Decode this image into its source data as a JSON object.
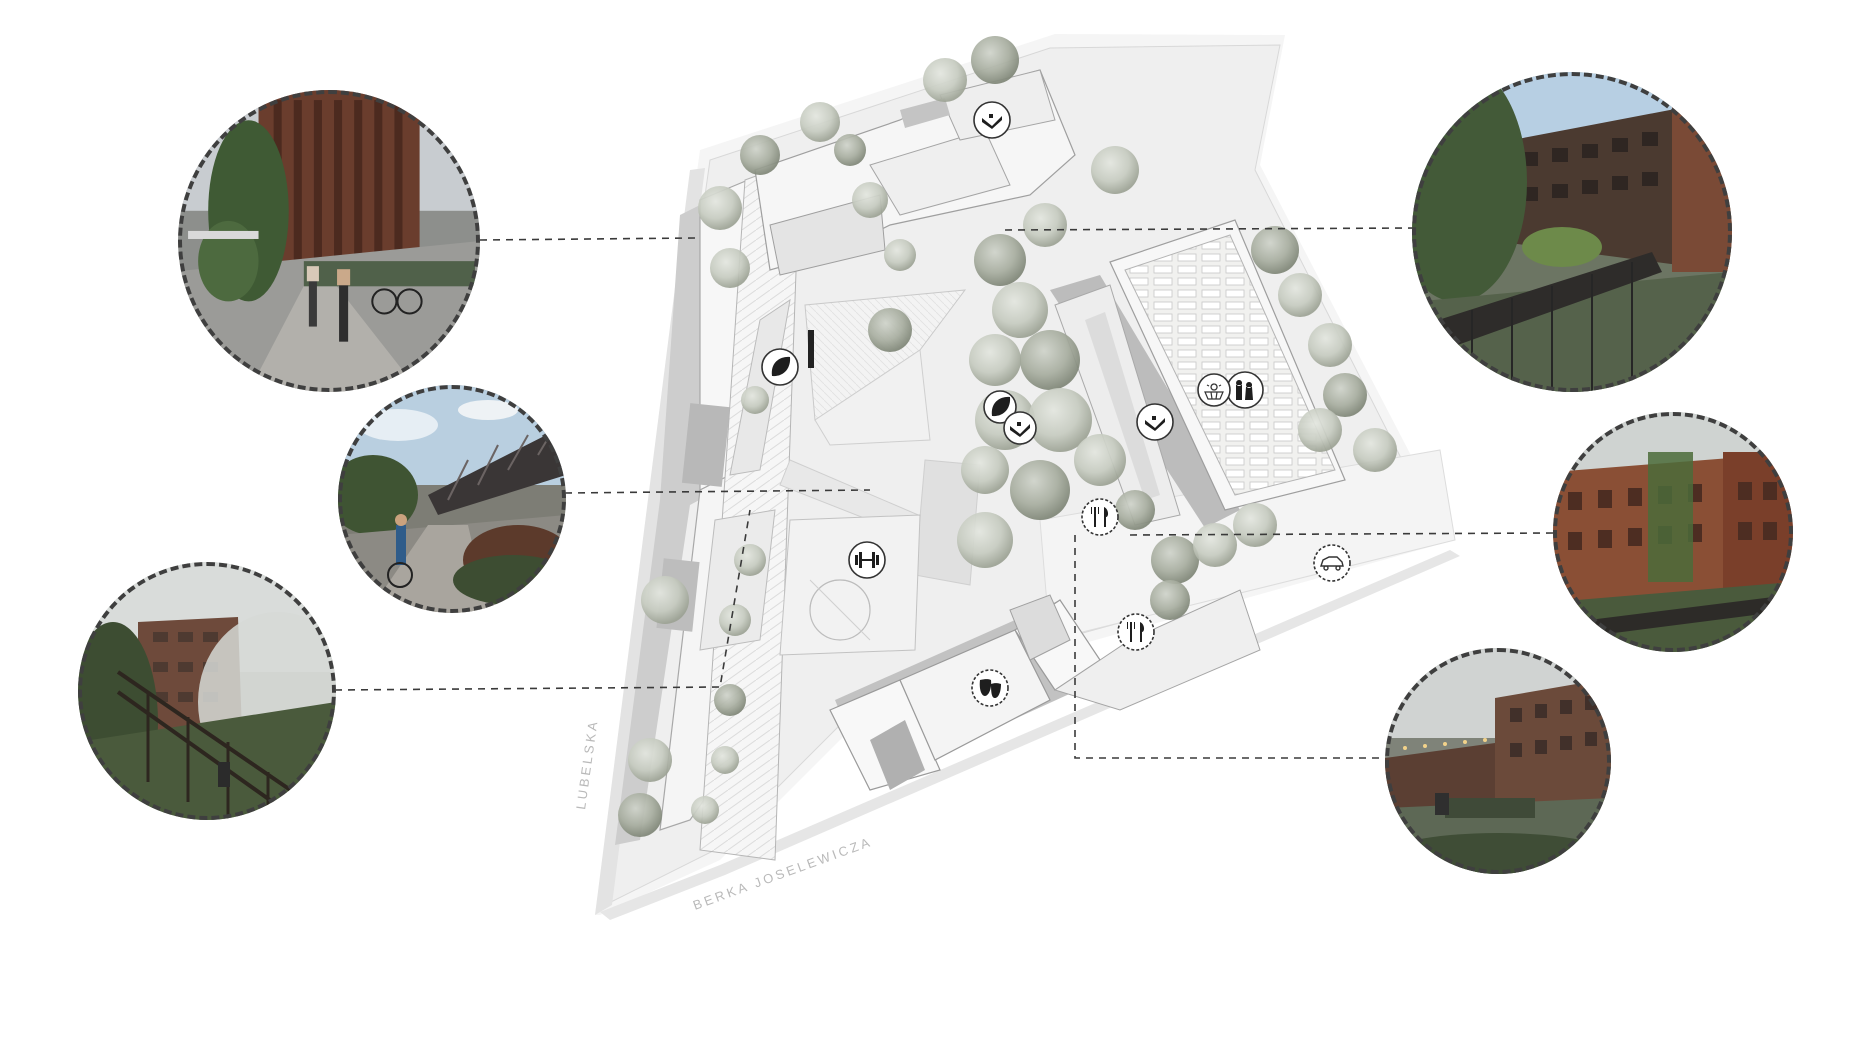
{
  "streets": [
    {
      "id": "lubelska",
      "label": "LUBELSKA"
    },
    {
      "id": "berka",
      "label": "BERKA JOSELEWICZA"
    }
  ],
  "icons": [
    {
      "id": "sunbed",
      "name": "sunbed-icon"
    },
    {
      "id": "leaf",
      "name": "leaf-icon"
    },
    {
      "id": "leaf2",
      "name": "leaf-icon"
    },
    {
      "id": "sunbed2",
      "name": "sunbed-icon"
    },
    {
      "id": "sunbed3",
      "name": "sunbed-icon"
    },
    {
      "id": "family",
      "name": "family-icon"
    },
    {
      "id": "solar",
      "name": "solar-panel-icon"
    },
    {
      "id": "restaurant1",
      "name": "cutlery-icon"
    },
    {
      "id": "gym",
      "name": "dumbbell-icon"
    },
    {
      "id": "car",
      "name": "car-icon"
    },
    {
      "id": "restaurant2",
      "name": "cutlery-icon"
    },
    {
      "id": "theatre",
      "name": "theatre-masks-icon"
    }
  ],
  "vignettes": [
    {
      "id": "street-view",
      "name": "street-view-vignette"
    },
    {
      "id": "bridge-view",
      "name": "bridge-view-vignette"
    },
    {
      "id": "green-terrace-view",
      "name": "green-terrace-vignette"
    },
    {
      "id": "courtyard-view",
      "name": "courtyard-view-vignette"
    },
    {
      "id": "facade-view",
      "name": "facade-view-vignette"
    },
    {
      "id": "square-view",
      "name": "square-view-vignette"
    }
  ],
  "colors": {
    "leader": "#3a3a3a",
    "ring": "#3f3f3f",
    "building": "#f4f4f4",
    "building_shadow": "#b4b4b4",
    "ground": "#ececec",
    "tree": "#c9cdc4",
    "tree_dark": "#9ea396",
    "brick": "#7a4a36",
    "sky": "#c9d8e4"
  }
}
